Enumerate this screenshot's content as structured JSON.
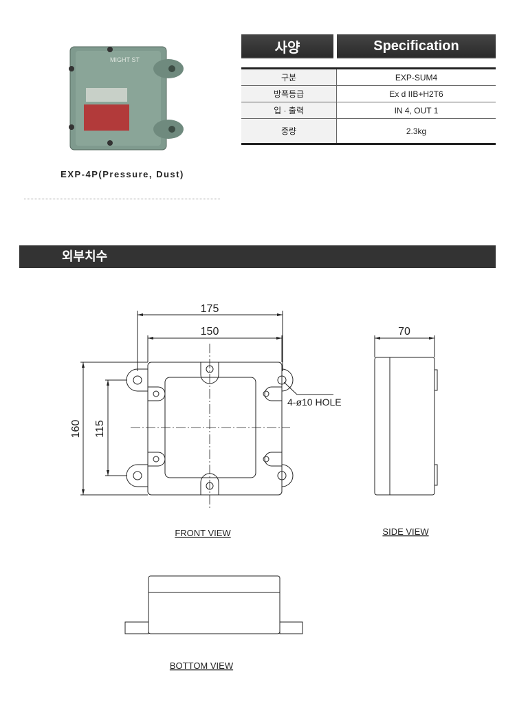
{
  "product": {
    "caption": "EXP-4P(Pressure, Dust)",
    "photo_label": "MIGHT ST"
  },
  "spec_header": {
    "korean": "사양",
    "english": "Specification"
  },
  "spec_table": [
    {
      "label": "구분",
      "value": "EXP-SUM4"
    },
    {
      "label": "방폭등급",
      "value": "Ex d IIB+H2T6"
    },
    {
      "label": "입 · 출력",
      "value": "IN 4, OUT 1"
    },
    {
      "label": "중량",
      "value": "2.3kg"
    }
  ],
  "section": {
    "title": "외부치수"
  },
  "drawing": {
    "dim_175": "175",
    "dim_150": "150",
    "dim_160": "160",
    "dim_115": "115",
    "dim_70": "70",
    "hole_note": "4-ø10 HOLE",
    "front_view": "FRONT VIEW",
    "side_view": "SIDE VIEW",
    "bottom_view": "BOTTOM VIEW"
  },
  "colors": {
    "header_bg": "#333333",
    "box_green": "#7a9488"
  }
}
